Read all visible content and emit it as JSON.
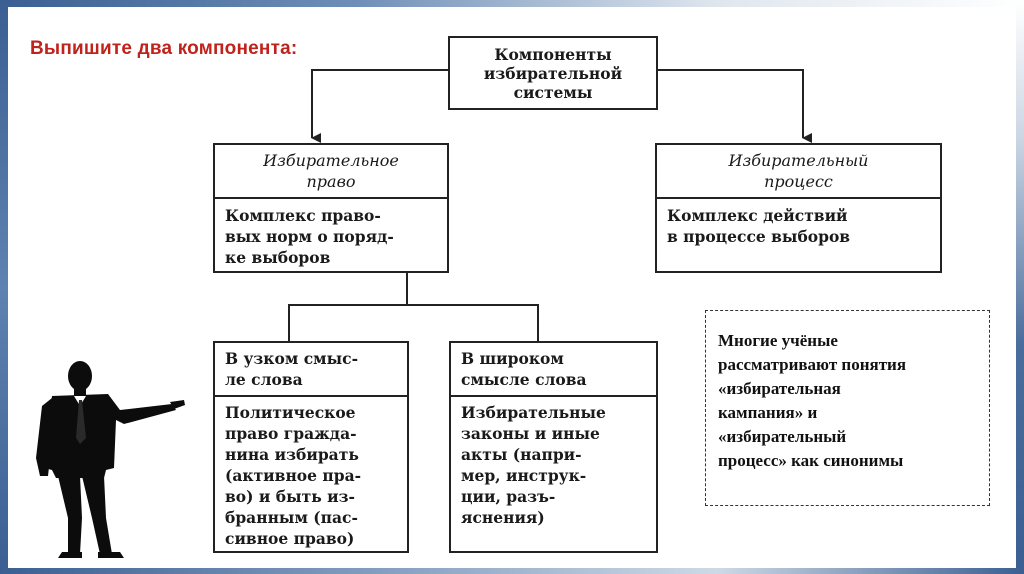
{
  "slide": {
    "instruction": "Выпишите два компонента:"
  },
  "diagram": {
    "root": {
      "line1": "Компоненты",
      "line2": "избирательной",
      "line3": "системы"
    },
    "left": {
      "title_line1": "Избирательное",
      "title_line2": "право",
      "body_line1": "Комплекс право-",
      "body_line2": "вых норм о поряд-",
      "body_line3": "ке выборов"
    },
    "right": {
      "title_line1": "Избирательный",
      "title_line2": "процесс",
      "body_line1": "Комплекс действий",
      "body_line2": "в процессе выборов"
    },
    "narrow": {
      "title_line1": "В узком смыс-",
      "title_line2": "ле слова",
      "body_line1": "Политическое",
      "body_line2": "право гражда-",
      "body_line3": "нина избирать",
      "body_line4": "(активное пра-",
      "body_line5": "во) и быть из-",
      "body_line6": "бранным (пас-",
      "body_line7": "сивное право)"
    },
    "wide": {
      "title_line1": "В широком",
      "title_line2": "смысле слова",
      "body_line1": "Избирательные",
      "body_line2": "законы и иные",
      "body_line3": "акты (напри-",
      "body_line4": "мер, инструк-",
      "body_line5": "ции, разъ-",
      "body_line6": "яснения)"
    }
  },
  "note": {
    "line1": "Многие учёные",
    "line2": "рассматривают понятия",
    "line3": "«избирательная",
    "line4": "кампания» и",
    "line5": "«избирательный",
    "line6": "процесс» как синонимы"
  },
  "colors": {
    "instruction": "#c0221c",
    "frame": "#3b5f92",
    "line": "#222222"
  },
  "icons": {
    "figure": "businessman-pointing-silhouette"
  }
}
